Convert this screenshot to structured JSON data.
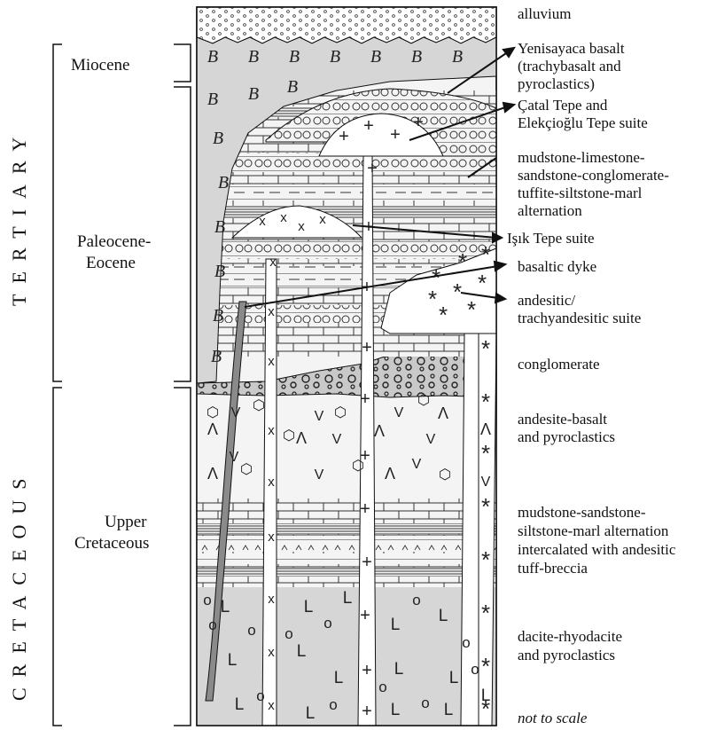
{
  "eras": {
    "tertiary": "TERTIARY",
    "cretaceous": "CRETACEOUS"
  },
  "epochs": {
    "miocene": "Miocene",
    "paleocene_eocene": [
      "Paleocene-",
      "Eocene"
    ],
    "upper_cretaceous": [
      "Upper",
      "Cretaceous"
    ]
  },
  "units": {
    "alluvium": [
      "alluvium"
    ],
    "yenisayaca": [
      "Yenisayaca basalt",
      "(trachybasalt and",
      "pyroclastics)"
    ],
    "catal_tepe": [
      "Çatal Tepe and",
      "Elekçioğlu Tepe suite"
    ],
    "mudstone_limestone": [
      "mudstone-limestone-",
      "sandstone-conglomerate-",
      "tuffite-siltstone-marl",
      "alternation"
    ],
    "isik_tepe": [
      "Işık Tepe suite"
    ],
    "basaltic_dyke": [
      "basaltic dyke"
    ],
    "andesitic": [
      "andesitic/",
      "trachyandesitic suite"
    ],
    "conglomerate": [
      "conglomerate"
    ],
    "andesite_basalt": [
      "andesite-basalt",
      "and pyroclastics"
    ],
    "mudstone_sandstone": [
      "mudstone-sandstone-",
      "siltstone-marl alternation",
      "intercalated with andesitic",
      "tuff-breccia"
    ],
    "dacite": [
      "dacite-rhyodacite",
      "and pyroclastics"
    ],
    "scale_note": [
      "not to scale"
    ]
  },
  "symbols": {
    "basalt": "B",
    "granite_cross": "+",
    "isik_x": "x",
    "andesite_star": "*",
    "andesite_v": "V",
    "andesite_caret": "Λ",
    "dacite_L": "L",
    "dacite_o": "o"
  },
  "colors": {
    "light_fill": "#f4f4f4",
    "gray_fill": "#d6d6d6",
    "dyke_gray": "#8a8a8a",
    "line": "#1a1a1a"
  }
}
